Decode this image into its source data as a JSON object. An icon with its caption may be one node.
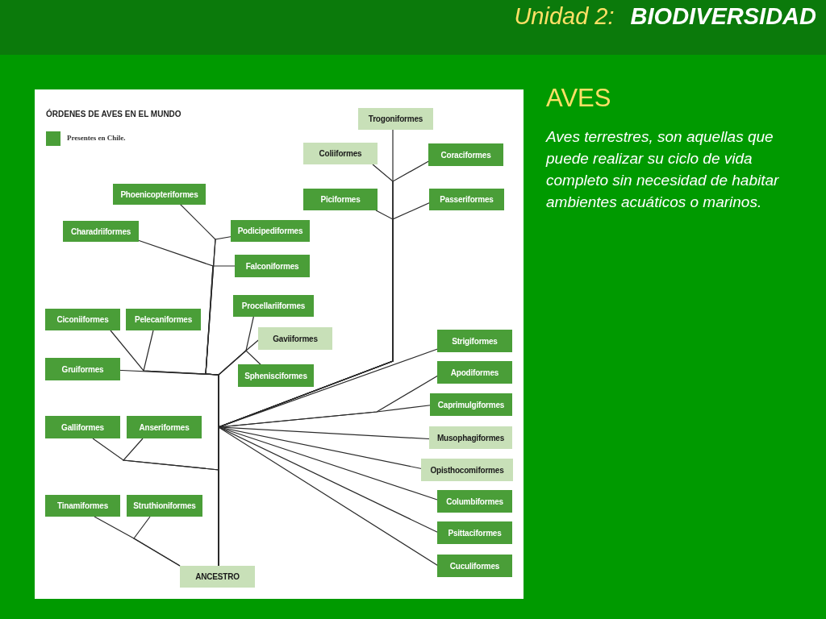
{
  "diagram": {
    "title": "Unidad 2: **BIODIVERSIDAD**",
    "nodes": [
      {
        "text": [
          "Trogoniformes"
        ]
      },
      {
        "text": [
          "Coliiformes"
        ]
      },
      {
        "text": [
          "Coraciformes"
        ]
      },
      {
        "text": [
          "Phoenicopteriformes"
        ]
      },
      {
        "text": [
          "Piciformes"
        ]
      },
      {
        "text": [
          "Passeriformes"
        ]
      },
      {
        "text": [
          "Charadriiformes"
        ]
      },
      {
        "text": [
          "Podicipediformes"
        ]
      },
      {
        "text": [
          "Falconiformes"
        ]
      },
      {
        "text": [
          "Procellariiformes"
        ]
      },
      {
        "text": [
          "Ciconiiformes"
        ]
      },
      {
        "text": [
          "Pelecaniformes"
        ]
      },
      {
        "text": [
          "Gaviiformes"
        ]
      },
      {
        "text": [
          "Strigiformes"
        ]
      },
      {
        "text": [
          "Gruiformes"
        ]
      },
      {
        "text": [
          "Apodiformes"
        ]
      },
      {
        "text": [
          "Sphenisciformes"
        ]
      },
      {
        "text": [
          "Caprimulgiformes"
        ]
      },
      {
        "text": [
          "Galliformes"
        ]
      },
      {
        "text": [
          "Anseriformes"
        ]
      },
      {
        "text": [
          "Musophagiformes"
        ]
      },
      {
        "text": [
          "Opisthocomiformes"
        ]
      },
      {
        "text": [
          "Columbiformes"
        ]
      },
      {
        "text": [
          "Tinamiformes"
        ]
      },
      {
        "text": [
          "Struthioniformes"
        ]
      },
      {
        "text": [
          "Psittaciformes"
        ]
      },
      {
        "text": [
          "Cuculiformes"
        ]
      },
      {
        "text": [
          "ANCESTRO"
        ]
      }
    ],
    "edges": [
      {
        "from": 27,
        "to": 0,
        "arrow": "none"
      },
      {
        "from": 27,
        "to": 1,
        "arrow": "none"
      },
      {
        "from": 27,
        "to": 2,
        "arrow": "none"
      },
      {
        "from": 27,
        "to": 3,
        "arrow": "none"
      },
      {
        "from": 27,
        "to": 4,
        "arrow": "none"
      },
      {
        "from": 27,
        "to": 5,
        "arrow": "none"
      },
      {
        "from": 27,
        "to": 6,
        "arrow": "none"
      },
      {
        "from": 27,
        "to": 7,
        "arrow": "none"
      },
      {
        "from": 27,
        "to": 8,
        "arrow": "none"
      },
      {
        "from": 27,
        "to": 9,
        "arrow": "none"
      },
      {
        "from": 27,
        "to": 10,
        "arrow": "none"
      },
      {
        "from": 27,
        "to": 11,
        "arrow": "none"
      },
      {
        "from": 27,
        "to": 12,
        "arrow": "none"
      },
      {
        "from": 27,
        "to": 13,
        "arrow": "none"
      },
      {
        "from": 27,
        "to": 14,
        "arrow": "none"
      },
      {
        "from": 27,
        "to": 15,
        "arrow": "none"
      },
      {
        "from": 27,
        "to": 16,
        "arrow": "none"
      },
      {
        "from": 27,
        "to": 17,
        "arrow": "none"
      },
      {
        "from": 27,
        "to": 18,
        "arrow": "none"
      },
      {
        "from": 27,
        "to": 19,
        "arrow": "none"
      },
      {
        "from": 27,
        "to": 20,
        "arrow": "none"
      },
      {
        "from": 27,
        "to": 21,
        "arrow": "none"
      },
      {
        "from": 27,
        "to": 22,
        "arrow": "none"
      },
      {
        "from": 27,
        "to": 23,
        "arrow": "none"
      },
      {
        "from": 27,
        "to": 24,
        "arrow": "none"
      },
      {
        "from": 27,
        "to": 25,
        "arrow": "none"
      },
      {
        "from": 27,
        "to": 26,
        "arrow": "none"
      }
    ],
    "labels": [
      "ÓRDENES DE AVES EN EL MUNDO",
      "AVES",
      "Aves terrestres, son aquellas que puede realizar su ciclo de vida completo sin necesidad de habitar ambientes acuáticos o marinos."
    ],
    "legend": [
      {
        "text": "Presentes en Chile.",
        "color": "#4a9e38"
      }
    ]
  }
}
